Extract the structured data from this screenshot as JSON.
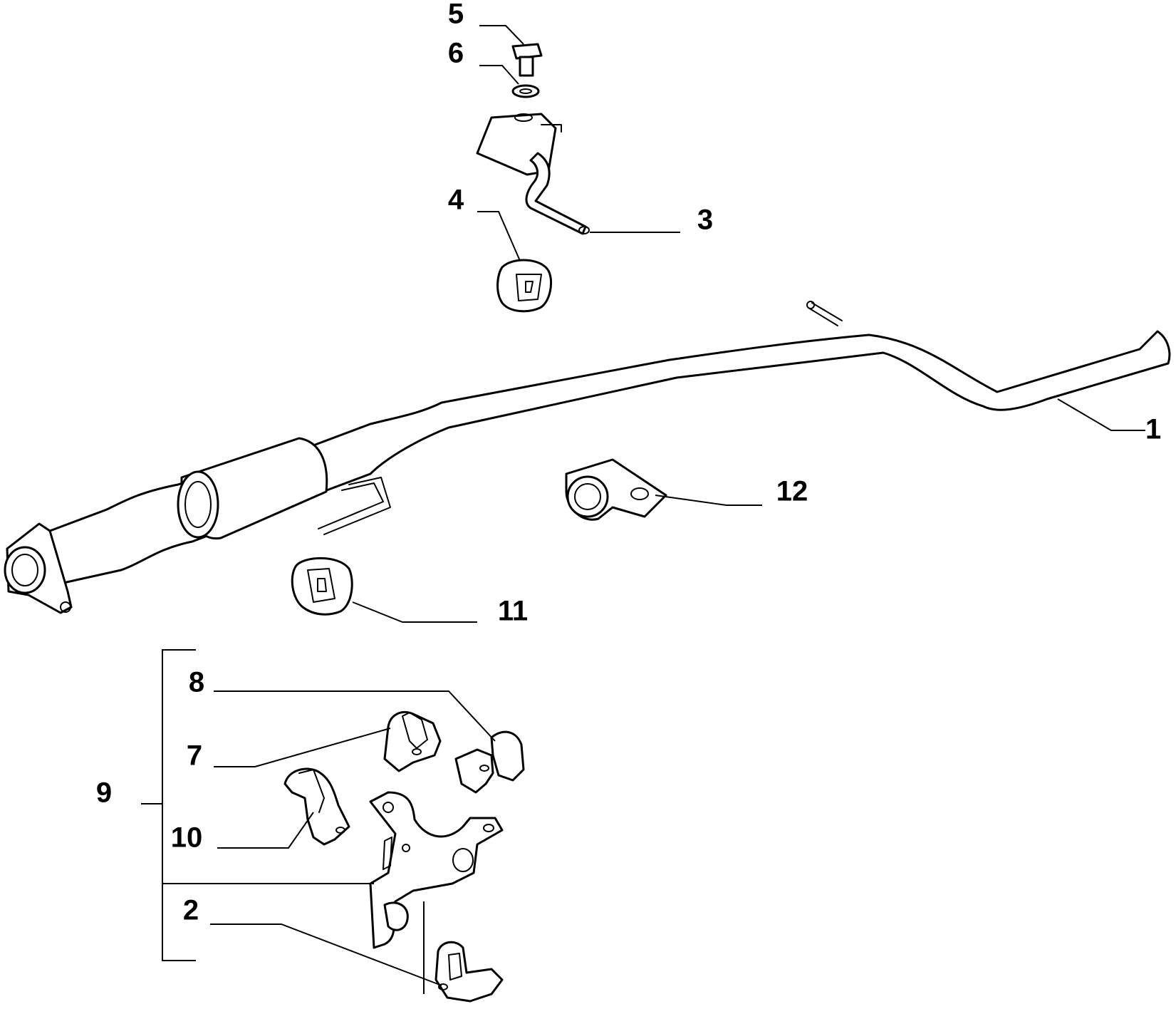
{
  "colors": {
    "line": "#000000",
    "background": "#ffffff"
  },
  "callouts": {
    "c1": "1",
    "c2": "2",
    "c3": "3",
    "c4": "4",
    "c5": "5",
    "c6": "6",
    "c7": "7",
    "c8": "8",
    "c9": "9",
    "c10": "10",
    "c11": "11",
    "c12": "12"
  }
}
